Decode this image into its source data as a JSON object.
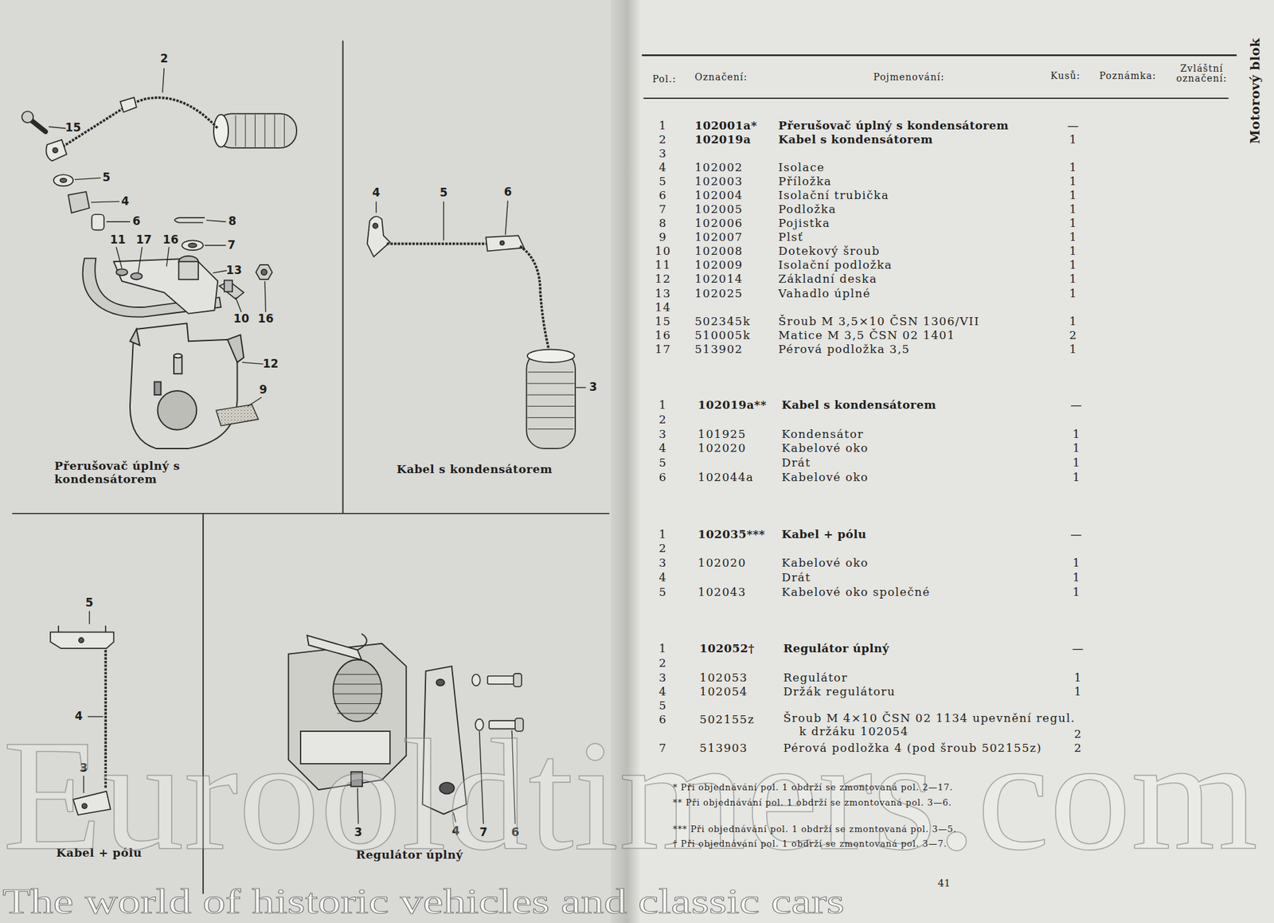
{
  "diagram": {
    "title": "Motorový blok",
    "labels": [
      "2",
      "15",
      "5",
      "4",
      "6",
      "8",
      "11",
      "17",
      "16",
      "7",
      "13",
      "10",
      "16",
      "12",
      "9",
      "Přerušovač úplný s kondensátorem",
      "4",
      "5",
      "6",
      "3",
      "Kabel s kondensátorem",
      "5",
      "4",
      "3",
      "Kabel + pólu",
      "3",
      "4",
      "7",
      "6",
      "Regulátor úplný",
      "Eurooldtimers.com",
      "The world of historic vehicles and classic cars",
      "Pol.:",
      "Označení:",
      "Pojmenování:",
      "Kusů:",
      "Poznámka:",
      "Zvláštní označení:",
      "1",
      "102001a*",
      "Přerušovač úplný s kondensátorem",
      "—",
      "2",
      "102019a",
      "Kabel s kondensátorem",
      "1",
      "3",
      "4",
      "102002",
      "Isolace",
      "1",
      "5",
      "102003",
      "Příložka",
      "1",
      "6",
      "102004",
      "Isolační trubička",
      "1",
      "7",
      "102005",
      "Podložka",
      "1",
      "8",
      "102006",
      "Pojistka",
      "1",
      "9",
      "102007",
      "Plsť",
      "1",
      "10",
      "102008",
      "Dotekový šroub",
      "1",
      "11",
      "102009",
      "Isolační podložka",
      "1",
      "12",
      "102014",
      "Základní deska",
      "1",
      "13",
      "102025",
      "Vahadlo úplné",
      "1",
      "14",
      "15",
      "502345k",
      "Šroub M 3,5×10 ČSN 1306/VII",
      "1",
      "16",
      "510005k",
      "Matice M 3,5 ČSN 02 1401",
      "2",
      "17",
      "513902",
      "Pérová podložka 3,5",
      "1",
      "1",
      "102019a**",
      "Kabel s kondensátorem",
      "—",
      "2",
      "3",
      "101925",
      "Kondensátor",
      "1",
      "4",
      "102020",
      "Kabelové oko",
      "1",
      "5",
      "Drát",
      "1",
      "6",
      "102044a",
      "Kabelové oko",
      "1",
      "1",
      "102035***",
      "Kabel + pólu",
      "—",
      "2",
      "3",
      "102020",
      "Kabelové oko",
      "1",
      "4",
      "Drát",
      "1",
      "5",
      "102043",
      "Kabelové oko společné",
      "1",
      "1",
      "102052†",
      "Regulátor úplný",
      "—",
      "2",
      "3",
      "102053",
      "Regulátor",
      "1",
      "4",
      "102054",
      "Držák regulátoru",
      "1",
      "5",
      "6",
      "502155z",
      "Šroub M 4×10 ČSN 02 1134 upevnění regul. k držáku 102054",
      "2",
      "7",
      "513903",
      "Pérová podložka 4 (pod šroub 502155z)",
      "2",
      "* Při objednávání pol. 1 obdrží se zmontovaná pol. 2—17.",
      "** Při objednávání pol. 1 obdrží se zmontovaná pol. 3—6.",
      "*** Při objednávání pol. 1 obdrží se zmontovaná pol. 3—5.",
      "† Při objednávání pol. 1 obdrží se zmontovaná pol. 3—7.",
      "41"
    ]
  }
}
